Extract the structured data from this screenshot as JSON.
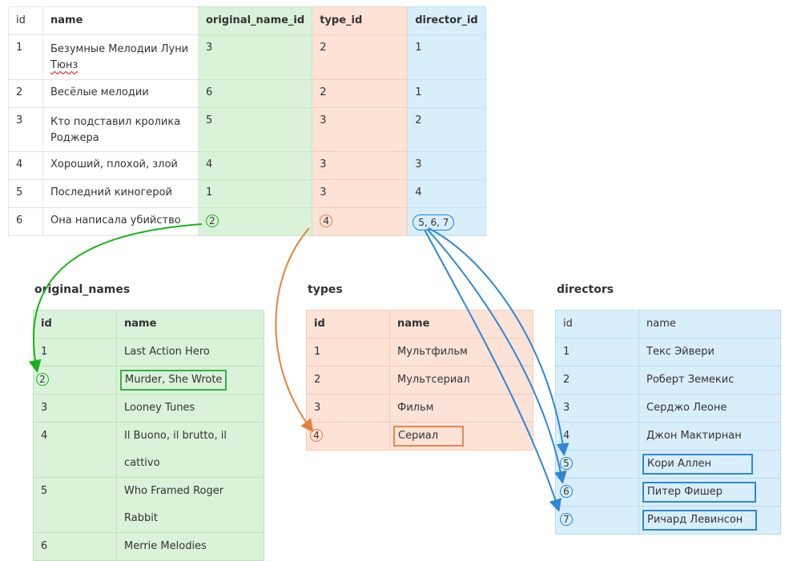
{
  "movies": {
    "headers": [
      "id",
      "name",
      "original_name_id",
      "type_id",
      "director_id"
    ],
    "rows": [
      {
        "id": "1",
        "name_a": "Безумные Мелодии Луни",
        "name_b": "Тюнз",
        "orig": "3",
        "type": "2",
        "director": "1"
      },
      {
        "id": "2",
        "name_a": "Весёлые мелодии",
        "orig": "6",
        "type": "2",
        "director": "1"
      },
      {
        "id": "3",
        "name_a": "Кто подставил кролика",
        "name_b": "Роджера",
        "orig": "5",
        "type": "3",
        "director": "2"
      },
      {
        "id": "4",
        "name_a": "Хороший, плохой, злой",
        "orig": "4",
        "type": "3",
        "director": "3"
      },
      {
        "id": "5",
        "name_a": "Последний киногерой",
        "orig": "1",
        "type": "3",
        "director": "4"
      },
      {
        "id": "6",
        "name_a": "Она написала убийство",
        "orig": "2",
        "type": "4",
        "director": "5, 6, 7"
      }
    ]
  },
  "original_names": {
    "title": "original_names",
    "headers": [
      "id",
      "name"
    ],
    "rows": [
      {
        "id": "1",
        "name": "Last Action Hero"
      },
      {
        "id": "2",
        "name": "Murder, She Wrote"
      },
      {
        "id": "3",
        "name": "Looney Tunes"
      },
      {
        "id": "4",
        "name": "Il Buono, il brutto, il cattivo"
      },
      {
        "id": "5",
        "name": "Who Framed Roger Rabbit"
      },
      {
        "id": "6",
        "name": "Merrie Melodies"
      }
    ]
  },
  "types": {
    "title": "types",
    "headers": [
      "id",
      "name"
    ],
    "rows": [
      {
        "id": "1",
        "name": "Мультфильм"
      },
      {
        "id": "2",
        "name": "Мультсериал"
      },
      {
        "id": "3",
        "name": "Фильм"
      },
      {
        "id": "4",
        "name": "Сериал"
      }
    ]
  },
  "directors": {
    "title": "directors",
    "headers": [
      "id",
      "name"
    ],
    "rows": [
      {
        "id": "1",
        "name": "Текс Эйвери"
      },
      {
        "id": "2",
        "name": "Роберт Земекис"
      },
      {
        "id": "3",
        "name": "Серджо Леоне"
      },
      {
        "id": "4",
        "name": "Джон Мактирнан"
      },
      {
        "id": "5",
        "name": "Кори Аллен"
      },
      {
        "id": "6",
        "name": "Питер Фишер"
      },
      {
        "id": "7",
        "name": "Ричард Левинсон"
      }
    ]
  },
  "colors": {
    "green_arrow": "#19b21c",
    "orange_arrow": "#e8803d",
    "blue_arrow": "#2e86d8"
  }
}
